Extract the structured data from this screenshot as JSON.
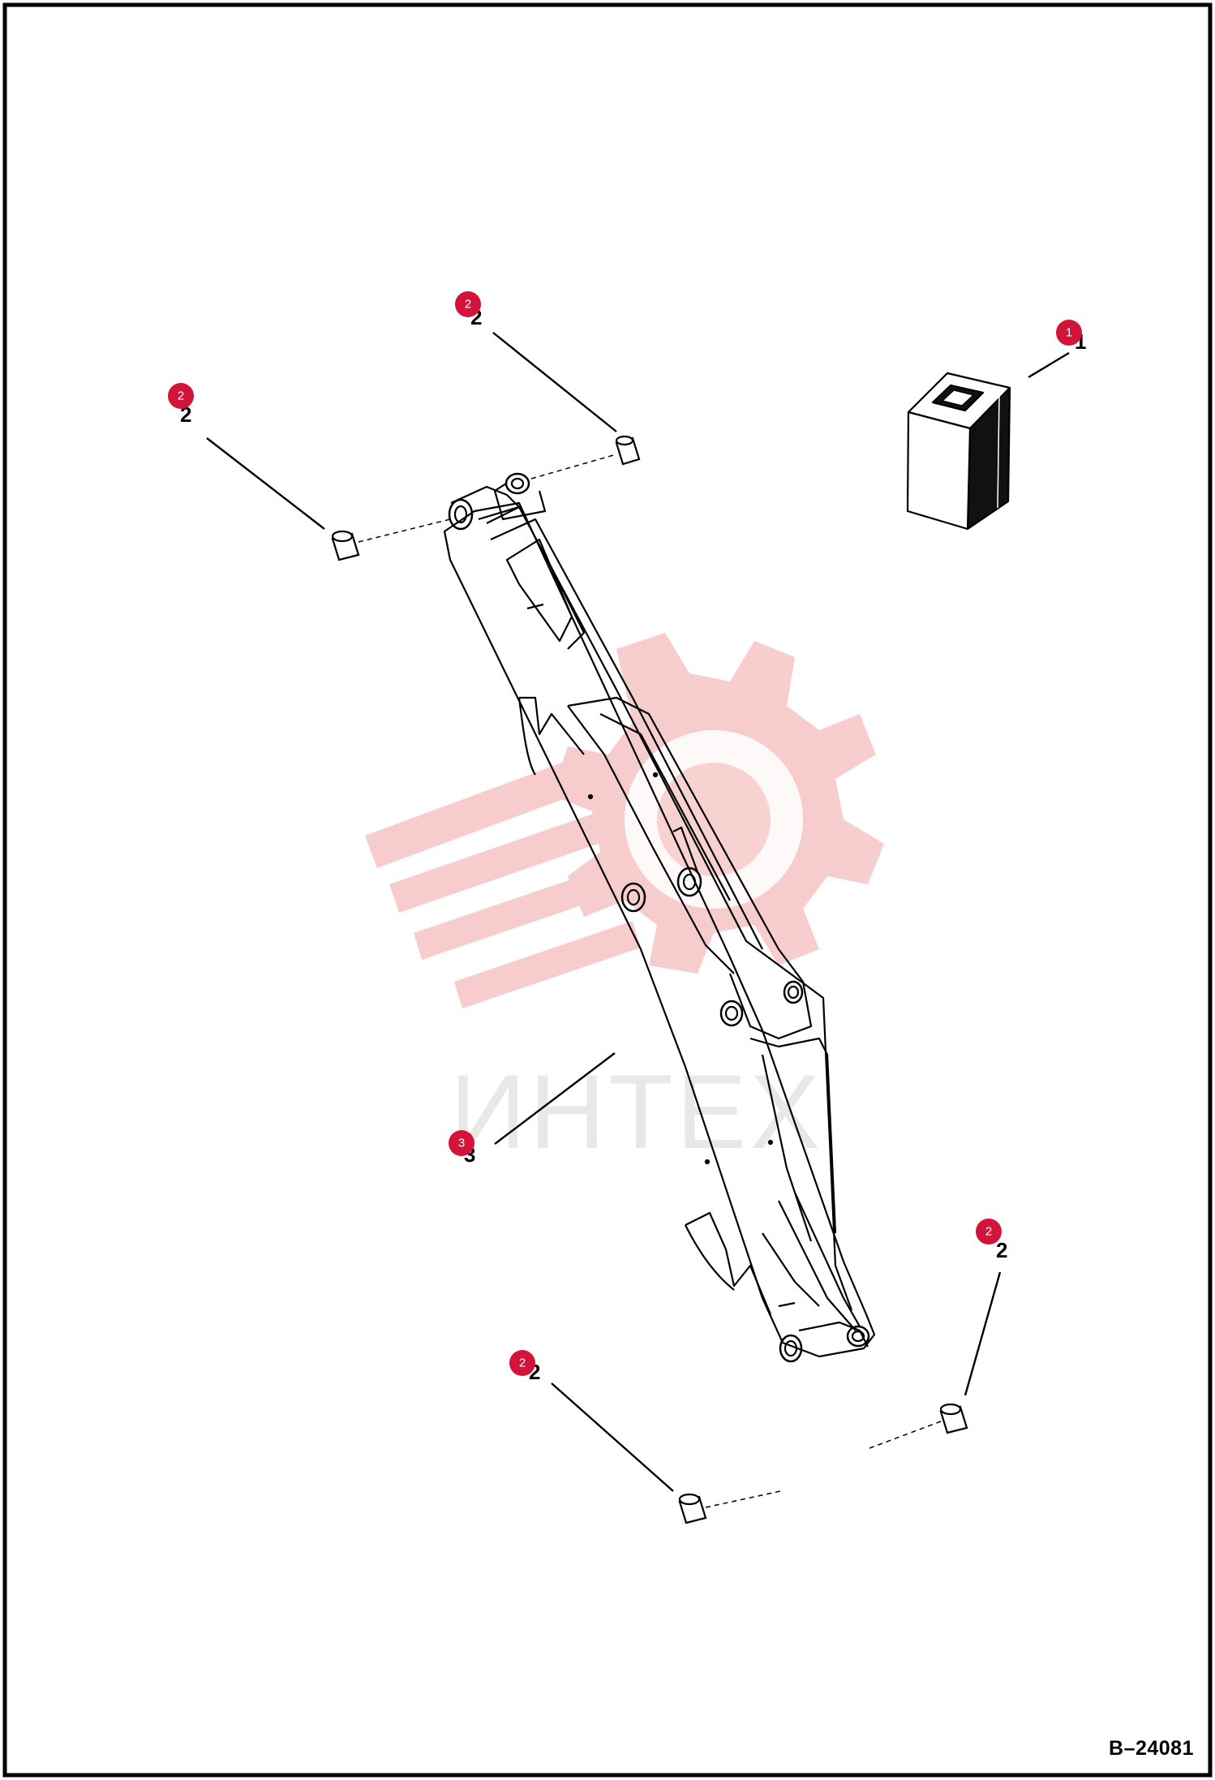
{
  "diagram": {
    "drawing_code": "B–24081",
    "watermark_text": "ИНТЕХ",
    "colors": {
      "callout": "#d2143a",
      "watermark": "#f7c9c9",
      "line": "#000000"
    },
    "callouts": [
      {
        "id": "callout-1-kit",
        "label": "1"
      },
      {
        "id": "callout-2-top-center",
        "label": "2"
      },
      {
        "id": "callout-2-top-left",
        "label": "2"
      },
      {
        "id": "callout-3-arm",
        "label": "3"
      },
      {
        "id": "callout-2-bottom-right",
        "label": "2"
      },
      {
        "id": "callout-2-bottom-left",
        "label": "2"
      }
    ]
  }
}
